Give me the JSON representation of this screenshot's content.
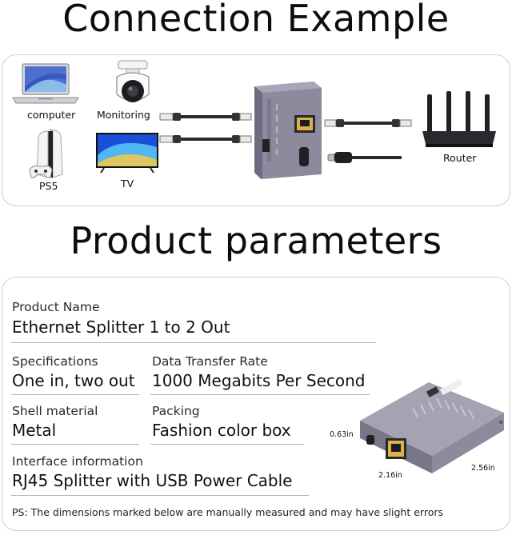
{
  "connection": {
    "title": "Connection Example",
    "devices": {
      "computer": "computer",
      "monitoring": "Monitoring",
      "ps5": "PS5",
      "tv": "TV",
      "router": "Router"
    }
  },
  "parameters": {
    "title": "Product parameters",
    "product_name_label": "Product Name",
    "product_name_value": "Ethernet Splitter 1 to 2 Out",
    "specifications_label": "Specifications",
    "specifications_value": "One in, two out",
    "data_rate_label": "Data Transfer Rate",
    "data_rate_value": "1000 Megabits Per Second",
    "shell_label": "Shell material",
    "shell_value": "Metal",
    "packing_label": "Packing",
    "packing_value": "Fashion color box",
    "interface_label": "Interface information",
    "interface_value": "RJ45 Splitter with USB Power Cable",
    "dimensions": {
      "height": "0.63in",
      "width": "2.16in",
      "depth": "2.56in"
    },
    "note": "PS: The dimensions marked below are manually measured and may have slight errors"
  },
  "colors": {
    "device_gray": "#8e8a9e",
    "device_dark": "#5f5b6e",
    "ethernet_gold": "#d9b44a",
    "cable": "#2b2b2b"
  }
}
